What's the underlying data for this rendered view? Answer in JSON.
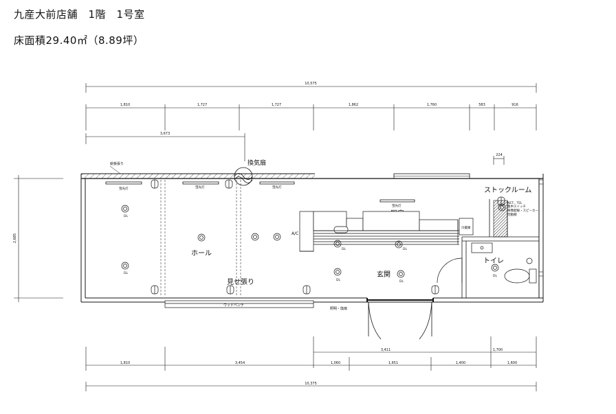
{
  "header": {
    "title": "九産大前店舗　1階　1号室",
    "floor_area": "床面積29.40㎡（8.89坪）"
  },
  "dimensions": {
    "top_total": "10,575",
    "top_segments": [
      "1,810",
      "1,727",
      "1,727",
      "1,862",
      "1,760",
      "583",
      "916"
    ],
    "top_partial": "3,673",
    "top_small": "224",
    "left_height": "2,685",
    "bottom_partial_a": "3,411",
    "bottom_partial_b": "1,700",
    "bottom_segments": [
      "1,810",
      "3,454",
      "1,060",
      "1,651",
      "1,400",
      "1,600"
    ],
    "bottom_total": "10,375"
  },
  "labels": {
    "signboard": "絵板張り",
    "fan": "換気扇",
    "fluor_1": "蛍光灯",
    "fluor_2": "蛍光灯",
    "fluor_3": "蛍光灯",
    "fluor_4": "蛍光灯",
    "dl": "DL",
    "ac": "A/C",
    "fridge": "冷蔵庫",
    "bench": "ウッドベンチ",
    "switch": "照明・換扇",
    "net_1": "NET、TEL",
    "net_2": "集中スイッチ",
    "net_3": "映像配線・スピーカー",
    "net_4": "可動棚"
  },
  "rooms": {
    "hall": "ホール",
    "kitchen": "厨房",
    "stock": "ストックルーム",
    "toilet": "トイレ",
    "entrance": "玄関",
    "showcase": "見せ張り"
  }
}
